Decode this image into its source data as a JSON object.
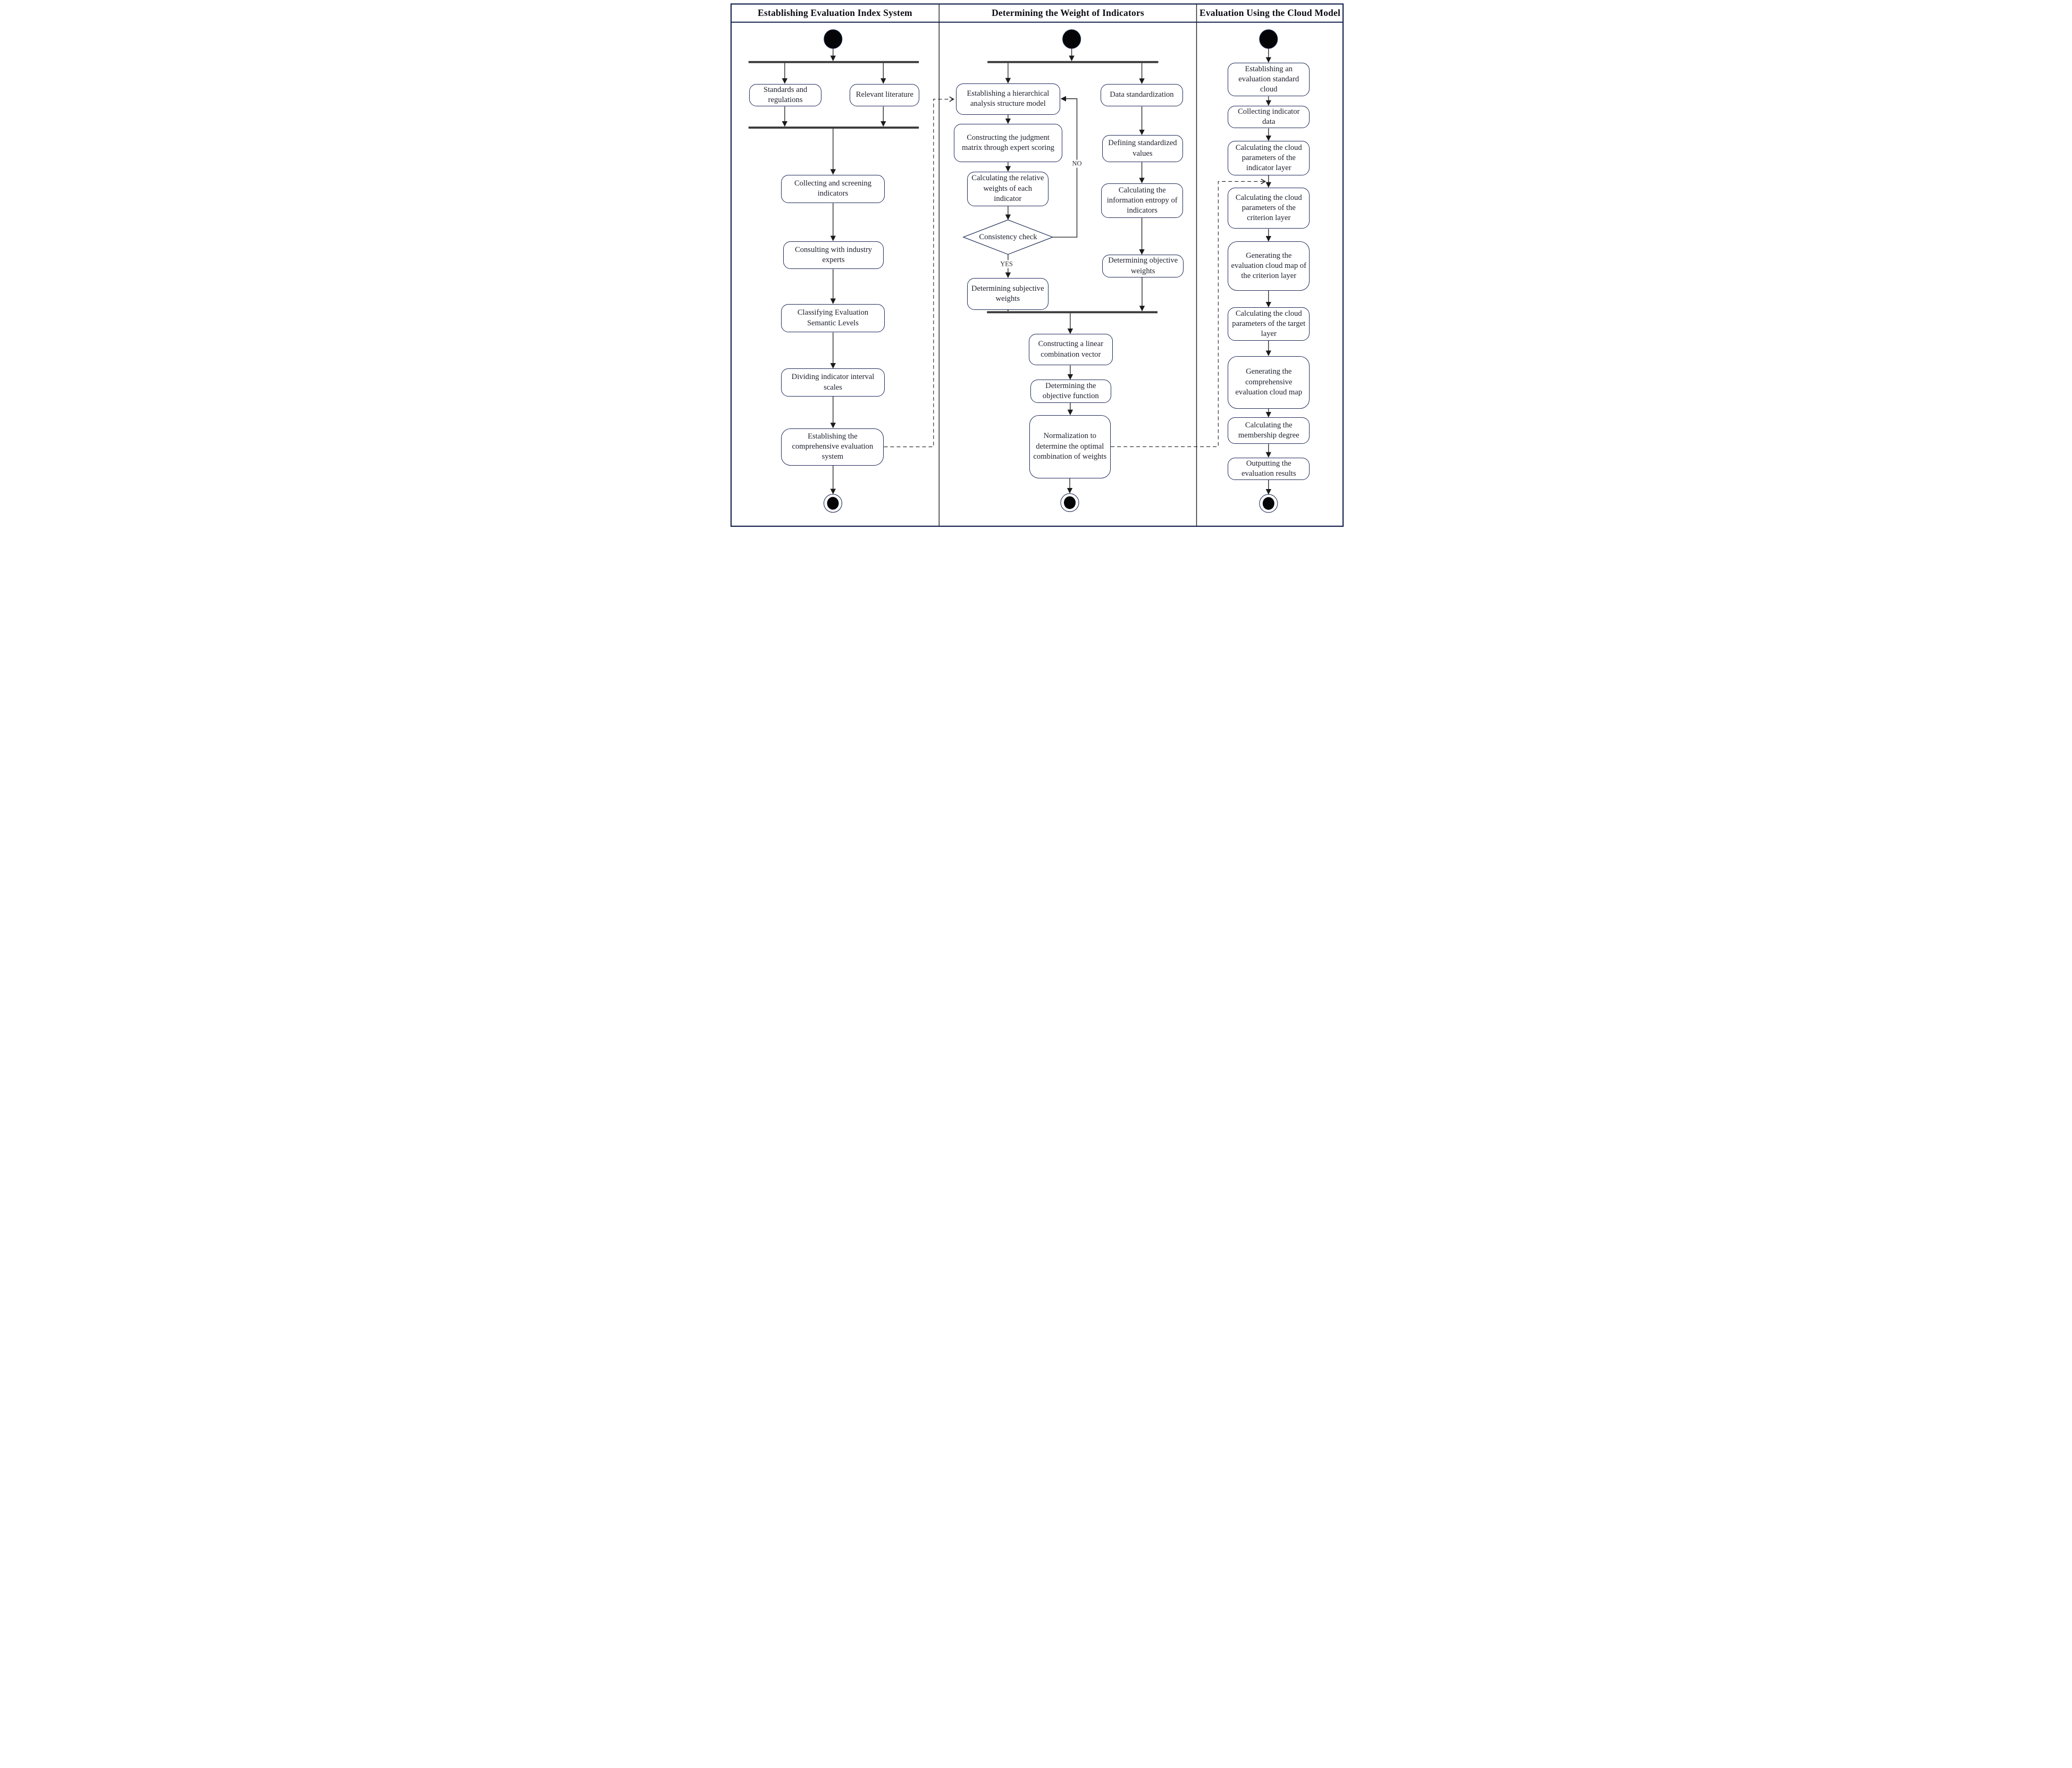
{
  "diagram": {
    "kind": "activity-diagram",
    "columns": [
      {
        "title": "Establishing  Evaluation Index System"
      },
      {
        "title": "Determining the Weight of Indicators"
      },
      {
        "title": "Evaluation Using the Cloud Model"
      }
    ]
  },
  "lane1": {
    "standards": "Standards and regulations",
    "literature": "Relevant literature",
    "collecting": "Collecting and screening indicators",
    "consulting": "Consulting with industry experts",
    "classifying": "Classifying Evaluation Semantic Levels",
    "dividing": "Dividing indicator interval scales",
    "establishing_system": "Establishing the comprehensive evaluation system"
  },
  "lane2": {
    "hierarchical_model": "Establishing a hierarchical analysis structure model",
    "judgment_matrix": "Constructing the judgment matrix through expert scoring",
    "relative_weights": "Calculating the relative weights of each indicator",
    "consistency_check": "Consistency check",
    "no_label": "NO",
    "yes_label": "YES",
    "subjective_weights": "Determining subjective weights",
    "data_standardization": "Data standardization",
    "standardized_values": "Defining standardized values",
    "information_entropy": "Calculating the information entropy of indicators",
    "objective_weights": "Determining objective weights",
    "linear_combination": "Constructing a linear combination vector",
    "objective_function": "Determining the objective function",
    "normalization": "Normalization to determine the optimal combination of weights"
  },
  "lane3": {
    "standard_cloud": "Establishing an evaluation standard cloud",
    "collecting_data": "Collecting indicator data",
    "indicator_layer": "Calculating the cloud parameters of the indicator layer",
    "criterion_layer": "Calculating the cloud parameters of the criterion layer",
    "criterion_cloud_map": "Generating the evaluation cloud map of the criterion layer",
    "target_layer": "Calculating the cloud parameters of the target layer",
    "comprehensive_cloud_map": "Generating the comprehensive evaluation cloud map",
    "membership_degree": "Calculating the membership degree",
    "outputting_results": "Outputting the evaluation results"
  },
  "colors": {
    "box_border": "#1f2b58",
    "frame_border": "#15234f",
    "flow_line": "#1a1a1a",
    "sync_bar": "#3a3a3a",
    "text": "#20222e"
  }
}
